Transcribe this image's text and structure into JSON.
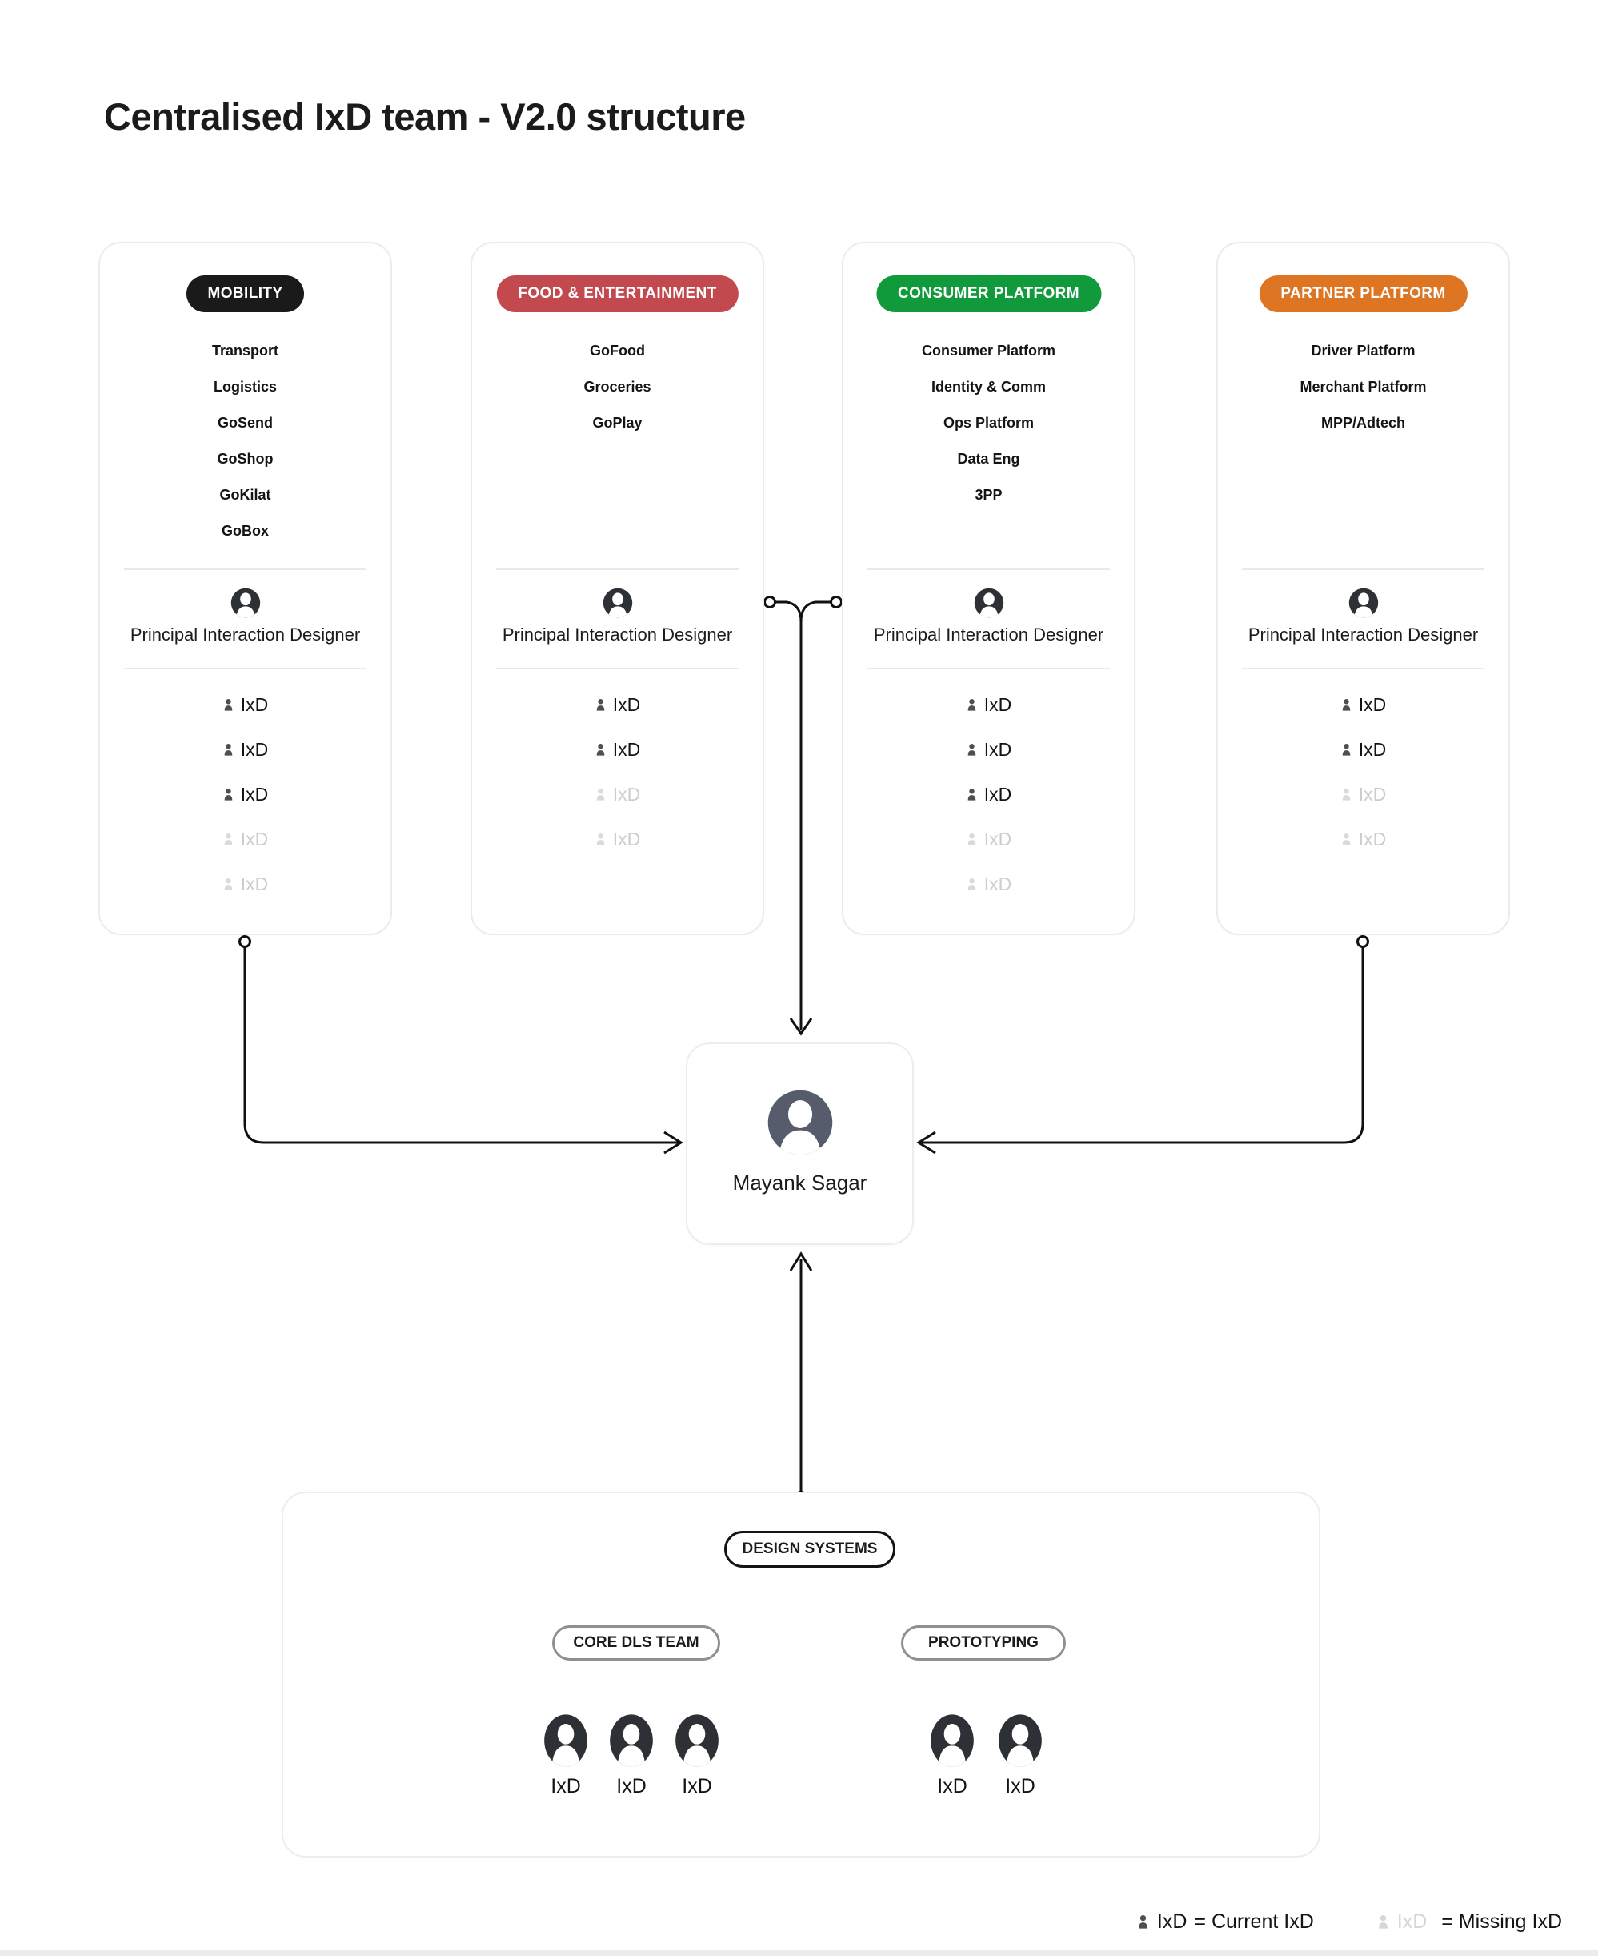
{
  "title": "Centralised IxD team - V2.0 structure",
  "colors": {
    "mobility": "#1a1a1a",
    "food_entertainment": "#c2494e",
    "consumer_platform": "#119a3b",
    "partner_platform": "#de7522",
    "avatar_dark": "#2d3035",
    "manager_avatar": "#565c6c",
    "current_ixd": "#141414",
    "missing_ixd": "#cdcdcd"
  },
  "teams": [
    {
      "badge": "MOBILITY",
      "color": "#1a1a1a",
      "items": [
        "Transport",
        "Logistics",
        "GoSend",
        "GoShop",
        "GoKilat",
        "GoBox"
      ],
      "lead": "Principal Interaction Designer",
      "ixd": [
        {
          "label": "IxD",
          "status": "current"
        },
        {
          "label": "IxD",
          "status": "current"
        },
        {
          "label": "IxD",
          "status": "current"
        },
        {
          "label": "IxD",
          "status": "missing"
        },
        {
          "label": "IxD",
          "status": "missing"
        }
      ]
    },
    {
      "badge": "FOOD & ENTERTAINMENT",
      "color": "#c2494e",
      "items": [
        "GoFood",
        "Groceries",
        "GoPlay"
      ],
      "lead": "Principal Interaction Designer",
      "ixd": [
        {
          "label": "IxD",
          "status": "current"
        },
        {
          "label": "IxD",
          "status": "current"
        },
        {
          "label": "IxD",
          "status": "missing"
        },
        {
          "label": "IxD",
          "status": "missing"
        }
      ]
    },
    {
      "badge": "CONSUMER PLATFORM",
      "color": "#119a3b",
      "items": [
        "Consumer Platform",
        "Identity & Comm",
        "Ops Platform",
        "Data Eng",
        "3PP"
      ],
      "lead": "Principal Interaction Designer",
      "ixd": [
        {
          "label": "IxD",
          "status": "current"
        },
        {
          "label": "IxD",
          "status": "current"
        },
        {
          "label": "IxD",
          "status": "current"
        },
        {
          "label": "IxD",
          "status": "missing"
        },
        {
          "label": "IxD",
          "status": "missing"
        }
      ]
    },
    {
      "badge": "PARTNER PLATFORM",
      "color": "#de7522",
      "items": [
        "Driver Platform",
        "Merchant Platform",
        "MPP/Adtech"
      ],
      "lead": "Principal Interaction Designer",
      "ixd": [
        {
          "label": "IxD",
          "status": "current"
        },
        {
          "label": "IxD",
          "status": "current"
        },
        {
          "label": "IxD",
          "status": "missing"
        },
        {
          "label": "IxD",
          "status": "missing"
        }
      ]
    }
  ],
  "manager": {
    "name": "Mayank Sagar"
  },
  "design_systems": {
    "badge": "DESIGN SYSTEMS",
    "groups": [
      {
        "badge": "CORE DLS TEAM",
        "members": [
          "IxD",
          "IxD",
          "IxD"
        ]
      },
      {
        "badge": "PROTOTYPING",
        "members": [
          "IxD",
          "IxD"
        ]
      }
    ]
  },
  "legend": {
    "current": {
      "label": "IxD",
      "desc": "= Current IxD"
    },
    "missing": {
      "label": "IxD",
      "desc": "= Missing IxD"
    }
  }
}
